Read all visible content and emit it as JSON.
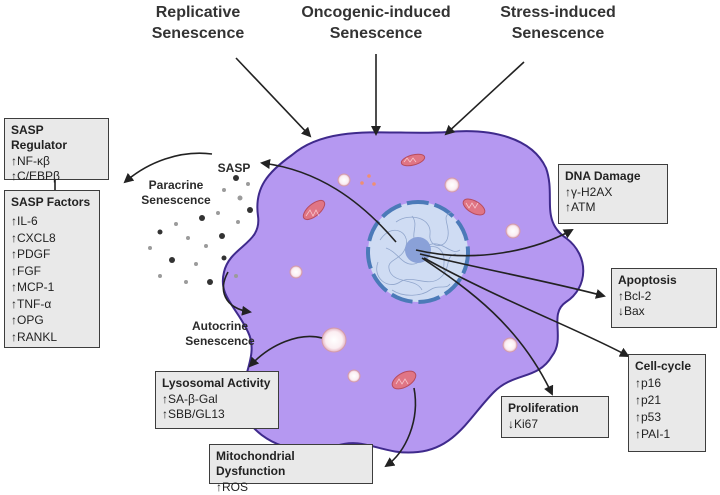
{
  "headers": {
    "replicative": [
      "Replicative",
      "Senescence"
    ],
    "oncogenic": [
      "Oncogenic-induced",
      "Senescence"
    ],
    "stress": [
      "Stress-induced",
      "Senescence"
    ]
  },
  "labels": {
    "sasp": "SASP",
    "paracrine": [
      "Paracrine",
      "Senescence"
    ],
    "autocrine": [
      "Autocrine",
      "Senescence"
    ]
  },
  "boxes": {
    "sasp_regulator": {
      "title": "SASP Regulator",
      "items": [
        "↑NF-κβ",
        "↑C/EBPβ"
      ]
    },
    "sasp_factors": {
      "title": "SASP Factors",
      "items": [
        "↑IL-6",
        "↑CXCL8",
        "↑PDGF",
        "↑FGF",
        "↑MCP-1",
        "↑TNF-α",
        "↑OPG",
        "↑RANKL"
      ]
    },
    "dna_damage": {
      "title": "DNA Damage",
      "items": [
        "↑γ-H2AX",
        "↑ATM"
      ]
    },
    "apoptosis": {
      "title": "Apoptosis",
      "items": [
        "↑Bcl-2",
        "↓Bax"
      ]
    },
    "cell_cycle": {
      "title": "Cell-cycle",
      "items": [
        "↑p16",
        "↑p21",
        "↑p53",
        "↑PAI-1"
      ]
    },
    "proliferation": {
      "title": "Proliferation",
      "items": [
        "↓Ki67"
      ]
    },
    "lysosomal": {
      "title": "Lysosomal Activity",
      "items": [
        "↑SA-β-Gal",
        "↑SBB/GL13"
      ]
    },
    "mitochondrial": {
      "title": "Mitochondrial Dysfunction",
      "items": [
        "↑ROS"
      ]
    }
  },
  "colors": {
    "cell_fill": "#b598f1",
    "cell_border": "#3f2a8c",
    "nucleus_fill": "#cfdcf3",
    "nucleus_border": "#4b7ab8",
    "nucleolus": "#8aa1d8",
    "mitochondria": "#e07585",
    "box_fill": "#e9e9e9"
  }
}
